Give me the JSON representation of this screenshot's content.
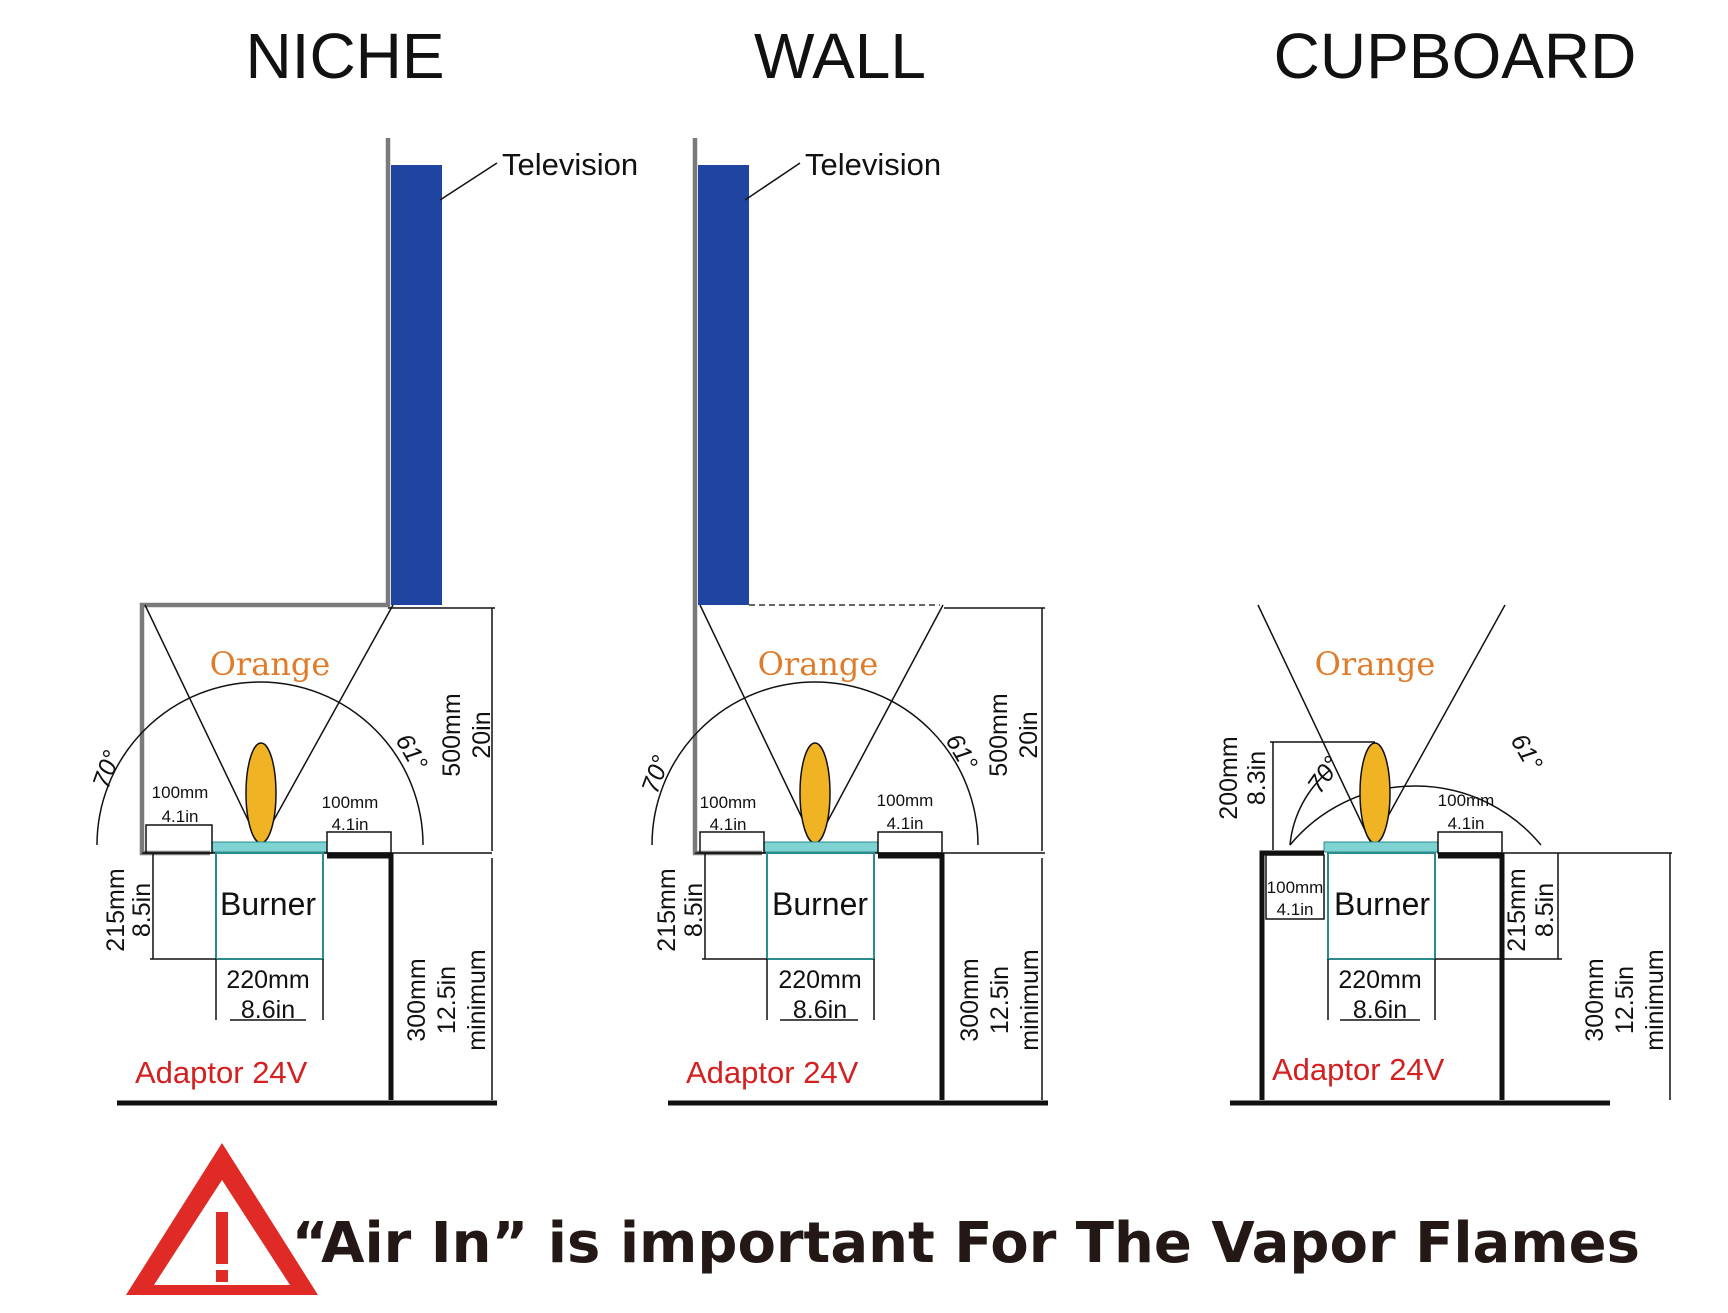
{
  "titles": {
    "niche": "NICHE",
    "wall": "WALL",
    "cupboard": "CUPBOARD"
  },
  "labels": {
    "television": "Television",
    "orange": "Orange",
    "burner": "Burner",
    "adaptor": "Adaptor 24V",
    "angle_left": "70°",
    "angle_right": "61°",
    "clearance_mm": "100mm",
    "clearance_in": "4.1in",
    "tv_height_mm": "500mm",
    "tv_height_in": "20in",
    "depth_mm": "215mm",
    "depth_in": "8.5in",
    "width_mm": "220mm",
    "width_in": "8.6in",
    "cab_mm": "300mm",
    "cab_in": "12.5in",
    "cab_note": "minimum",
    "cup_height_mm": "200mm",
    "cup_height_in": "8.3in"
  },
  "warning": {
    "text": "“Air In”  is important For The Vapor Flames",
    "icon": "warning-triangle-icon"
  },
  "colors": {
    "television": "#1f45a0",
    "flame": "#f0b323",
    "burner_top": "#7fd3d3",
    "orange_text": "#e07b2a",
    "adaptor_text": "#d42020",
    "warning_red": "#e02a26"
  }
}
